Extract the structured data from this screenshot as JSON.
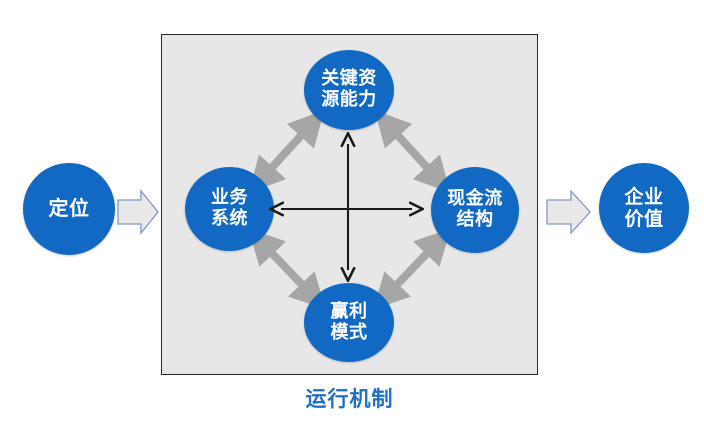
{
  "diagram": {
    "title_caption": "运行机制",
    "panel": {
      "name": "operating-mechanism-panel",
      "fill_color": "#e7e7e7",
      "border_color": "#262626"
    },
    "colors": {
      "node_blue": "#1269c4",
      "node_text": "#ffffff",
      "gray_arrow": "#a6a6a6",
      "black_arrow": "#1a1a1a",
      "block_arrow_fill": "#e9e9e9",
      "block_arrow_border": "#8294c4",
      "caption_blue": "#1f6fc4",
      "panel_fill": "#e7e7e7"
    },
    "input_node": {
      "name": "positioning",
      "lines": [
        "定位"
      ]
    },
    "output_node": {
      "name": "enterprise-value",
      "lines": [
        "企业",
        "价值"
      ]
    },
    "core_nodes": [
      {
        "name": "key-resource-capability",
        "position": "top",
        "lines": [
          "关键资",
          "源能力"
        ]
      },
      {
        "name": "business-system",
        "position": "left",
        "lines": [
          "业务",
          "系统"
        ]
      },
      {
        "name": "cash-flow-structure",
        "position": "right",
        "lines": [
          "现金流",
          "结构"
        ]
      },
      {
        "name": "profit-model",
        "position": "bottom",
        "lines": [
          "赢利",
          "模式"
        ]
      }
    ],
    "connections": {
      "diagonal_gray": [
        {
          "from": "business-system",
          "to": "key-resource-capability",
          "style": "double-headed"
        },
        {
          "from": "key-resource-capability",
          "to": "cash-flow-structure",
          "style": "double-headed"
        },
        {
          "from": "business-system",
          "to": "profit-model",
          "style": "double-headed"
        },
        {
          "from": "profit-model",
          "to": "cash-flow-structure",
          "style": "double-headed"
        }
      ],
      "cross_black": [
        {
          "orientation": "horizontal",
          "from": "business-system",
          "to": "cash-flow-structure",
          "style": "double-headed"
        },
        {
          "orientation": "vertical",
          "from": "key-resource-capability",
          "to": "profit-model",
          "style": "double-headed"
        }
      ],
      "block_arrows": [
        {
          "name": "input-flow-arrow",
          "from": "positioning",
          "to": "operating-mechanism-panel"
        },
        {
          "name": "output-flow-arrow",
          "from": "operating-mechanism-panel",
          "to": "enterprise-value"
        }
      ]
    }
  }
}
